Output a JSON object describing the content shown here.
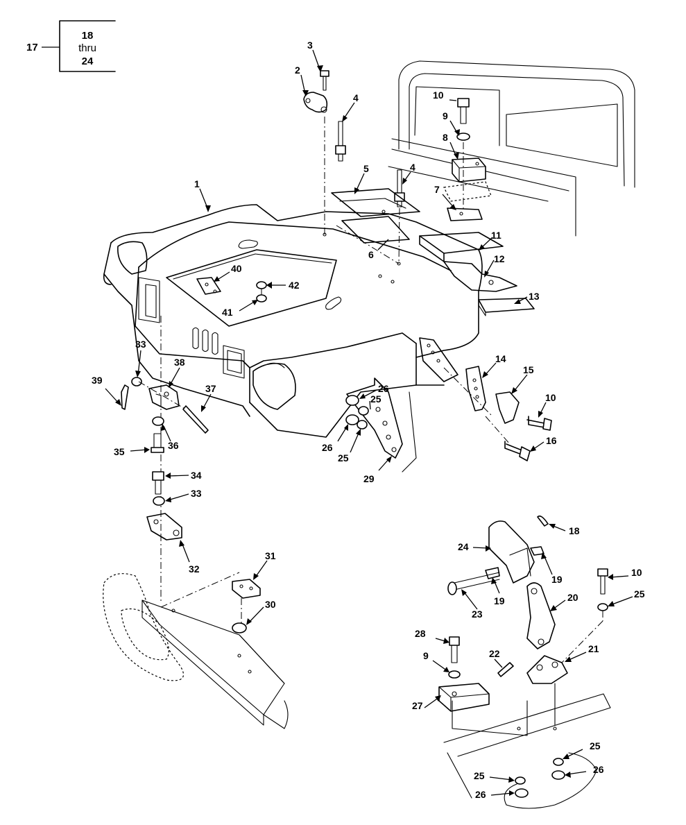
{
  "reference_box": {
    "side_label": "17",
    "top_label": "18",
    "middle_label": "thru",
    "bottom_label": "24"
  },
  "callouts": [
    "1",
    "2",
    "3",
    "4",
    "4",
    "5",
    "6",
    "7",
    "8",
    "9",
    "10",
    "11",
    "12",
    "13",
    "14",
    "15",
    "10",
    "16",
    "26",
    "25",
    "26",
    "25",
    "29",
    "33",
    "38",
    "39",
    "37",
    "35",
    "36",
    "34",
    "33",
    "32",
    "31",
    "30",
    "18",
    "24",
    "19",
    "10",
    "25",
    "19",
    "23",
    "20",
    "28",
    "22",
    "21",
    "9",
    "27",
    "25",
    "26",
    "25",
    "26",
    "40",
    "42",
    "41"
  ]
}
